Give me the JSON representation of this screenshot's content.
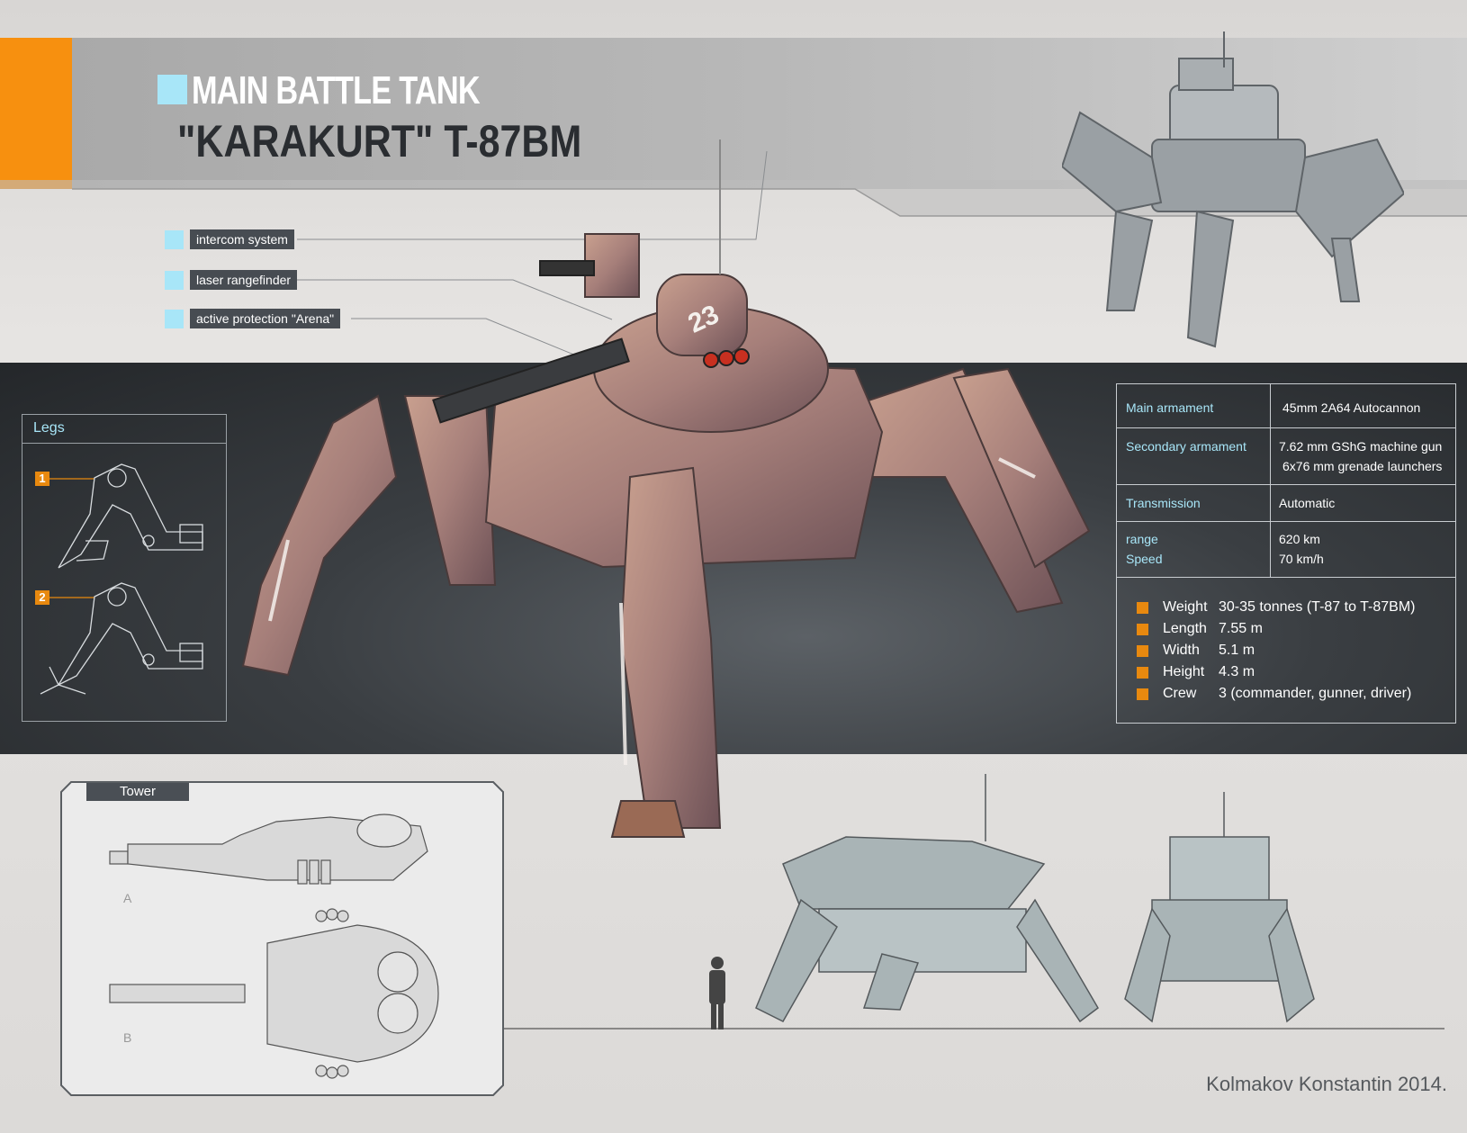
{
  "header": {
    "title_line1": "MAIN BATTLE TANK",
    "title_line2": "\"KARAKURT\" T-87BM"
  },
  "callouts": [
    {
      "label": "intercom system"
    },
    {
      "label": "laser rangefinder"
    },
    {
      "label": "active protection \"Arena\""
    }
  ],
  "legs_panel": {
    "title": "Legs",
    "variants": [
      {
        "number": "1"
      },
      {
        "number": "2"
      }
    ]
  },
  "vehicle_marking": "23",
  "specs": {
    "rows": [
      {
        "key": "Main armament",
        "value": "45mm 2A64 Autocannon"
      },
      {
        "key": "Secondary armament",
        "value": "7.62 mm GShG machine gun",
        "value2": "6x76 mm grenade launchers"
      },
      {
        "key": "Transmission",
        "value": "Automatic"
      },
      {
        "key": "range",
        "key2": "Speed",
        "value": "620 km",
        "value2": "70 km/h"
      }
    ],
    "dimensions": [
      {
        "key": "Weight",
        "value": "30-35 tonnes (T-87 to T-87BM)"
      },
      {
        "key": "Length",
        "value": "7.55 m"
      },
      {
        "key": "Width",
        "value": "5.1 m"
      },
      {
        "key": "Height",
        "value": "4.3 m"
      },
      {
        "key": "Crew",
        "value": "3 (commander, gunner, driver)"
      }
    ]
  },
  "tower_panel": {
    "title": "Tower",
    "view_a": "A",
    "view_b": "B"
  },
  "credit": "Kolmakov Konstantin 2014.",
  "colors": {
    "accent_orange": "#f7900f",
    "accent_cyan": "#a8e6f8",
    "dark_band": "#2e3236",
    "camo_pink": "#b98a82"
  }
}
